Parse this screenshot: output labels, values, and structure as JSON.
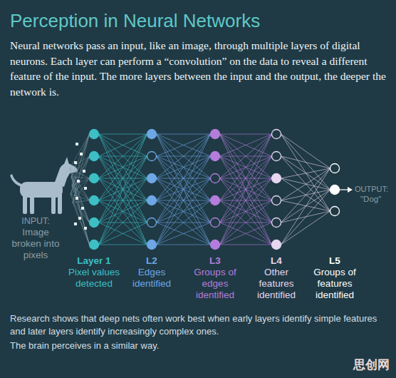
{
  "diagram": {
    "title": "Perception in Neural Networks",
    "labels": [
      "Neural networks pass an input, like an image, through multiple layers of digital neurons. Each layer can perform a “convolution” on the data to reveal a different feature of the input. The more layers between the input and the output, the deeper the network is.",
      "INPUT:",
      "Image broken into pixels",
      "Layer 1",
      "Pixel values detected",
      "L2",
      "Edges identified",
      "L3",
      "Groups of edges identified",
      "L4",
      "Other features identified",
      "L5",
      "Groups of features identified",
      "OUTPUT:",
      "\"Dog\"",
      "Research shows that deep nets often work best when early layers identify simple features and later layers identify increasingly complex ones.",
      "The brain perceives in a similar way.",
      "思创网"
    ]
  }
}
